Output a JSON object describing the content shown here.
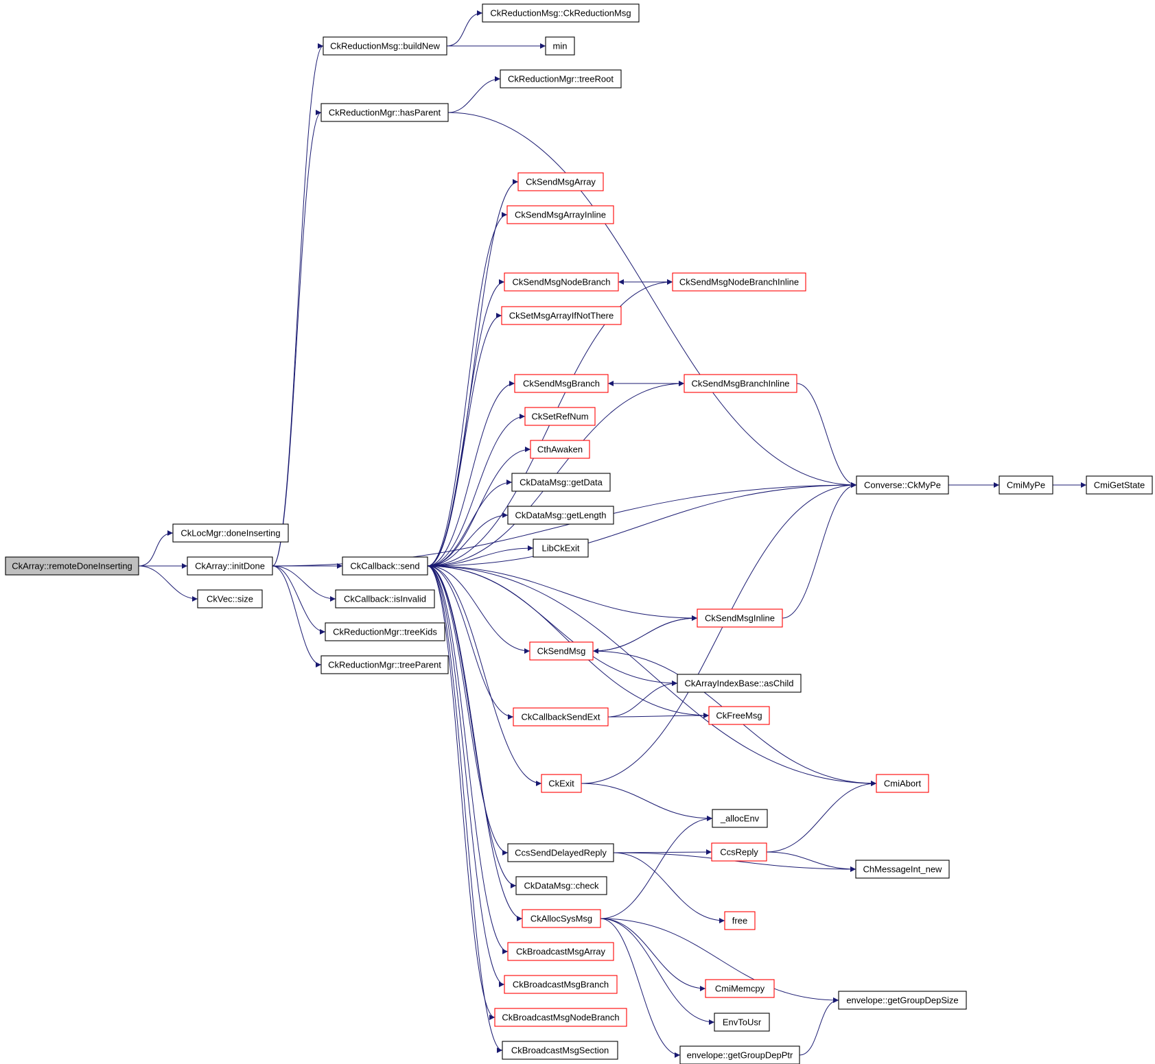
{
  "graph": {
    "colors": {
      "edge": "#191970",
      "node_border_default": "#000000",
      "node_border_truncated": "#ff0000",
      "root_fill": "#bfbfbf",
      "node_fill": "#ffffff"
    },
    "nodes": [
      {
        "id": "root",
        "label": "CkArray::remoteDoneInserting",
        "kind": "root"
      },
      {
        "id": "locmgr_done",
        "label": "CkLocMgr::doneInserting",
        "kind": "normal"
      },
      {
        "id": "initdone",
        "label": "CkArray::initDone",
        "kind": "normal"
      },
      {
        "id": "vecsize",
        "label": "CkVec::size",
        "kind": "normal"
      },
      {
        "id": "buildnew",
        "label": "CkReductionMsg::buildNew",
        "kind": "normal"
      },
      {
        "id": "ckredmsg",
        "label": "CkReductionMsg::CkReductionMsg",
        "kind": "normal"
      },
      {
        "id": "min",
        "label": "min",
        "kind": "normal"
      },
      {
        "id": "hasparent",
        "label": "CkReductionMgr::hasParent",
        "kind": "normal"
      },
      {
        "id": "treeroot",
        "label": "CkReductionMgr::treeRoot",
        "kind": "normal"
      },
      {
        "id": "cbsend",
        "label": "CkCallback::send",
        "kind": "normal"
      },
      {
        "id": "isinvalid",
        "label": "CkCallback::isInvalid",
        "kind": "normal"
      },
      {
        "id": "treekids",
        "label": "CkReductionMgr::treeKids",
        "kind": "normal"
      },
      {
        "id": "treeparent",
        "label": "CkReductionMgr::treeParent",
        "kind": "normal"
      },
      {
        "id": "sendarray",
        "label": "CkSendMsgArray",
        "kind": "truncated"
      },
      {
        "id": "sendarrayinline",
        "label": "CkSendMsgArrayInline",
        "kind": "truncated"
      },
      {
        "id": "sendnodebranch",
        "label": "CkSendMsgNodeBranch",
        "kind": "truncated"
      },
      {
        "id": "sendnodebranchinline",
        "label": "CkSendMsgNodeBranchInline",
        "kind": "truncated"
      },
      {
        "id": "setifnotthere",
        "label": "CkSetMsgArrayIfNotThere",
        "kind": "truncated"
      },
      {
        "id": "sendbranch",
        "label": "CkSendMsgBranch",
        "kind": "truncated"
      },
      {
        "id": "sendbranchinline",
        "label": "CkSendMsgBranchInline",
        "kind": "truncated"
      },
      {
        "id": "setrefnum",
        "label": "CkSetRefNum",
        "kind": "truncated"
      },
      {
        "id": "cthawaken",
        "label": "CthAwaken",
        "kind": "truncated"
      },
      {
        "id": "getdata",
        "label": "CkDataMsg::getData",
        "kind": "normal"
      },
      {
        "id": "getlength",
        "label": "CkDataMsg::getLength",
        "kind": "normal"
      },
      {
        "id": "libckexit",
        "label": "LibCkExit",
        "kind": "normal"
      },
      {
        "id": "ckmype",
        "label": "Converse::CkMyPe",
        "kind": "normal"
      },
      {
        "id": "cmimype",
        "label": "CmiMyPe",
        "kind": "normal"
      },
      {
        "id": "cmigetstate",
        "label": "CmiGetState",
        "kind": "normal"
      },
      {
        "id": "sendmsginline",
        "label": "CkSendMsgInline",
        "kind": "truncated"
      },
      {
        "id": "sendmsg",
        "label": "CkSendMsg",
        "kind": "truncated"
      },
      {
        "id": "aschild",
        "label": "CkArrayIndexBase::asChild",
        "kind": "normal"
      },
      {
        "id": "cbsendext",
        "label": "CkCallbackSendExt",
        "kind": "truncated"
      },
      {
        "id": "freemsg",
        "label": "CkFreeMsg",
        "kind": "truncated"
      },
      {
        "id": "ckexit",
        "label": "CkExit",
        "kind": "truncated"
      },
      {
        "id": "cmiabort",
        "label": "CmiAbort",
        "kind": "truncated"
      },
      {
        "id": "allocenv",
        "label": "_allocEnv",
        "kind": "normal"
      },
      {
        "id": "ccsdelayed",
        "label": "CcsSendDelayedReply",
        "kind": "normal"
      },
      {
        "id": "ccsreply",
        "label": "CcsReply",
        "kind": "truncated"
      },
      {
        "id": "chmsgnew",
        "label": "ChMessageInt_new",
        "kind": "normal"
      },
      {
        "id": "check",
        "label": "CkDataMsg::check",
        "kind": "normal"
      },
      {
        "id": "free",
        "label": "free",
        "kind": "truncated"
      },
      {
        "id": "allocsys",
        "label": "CkAllocSysMsg",
        "kind": "truncated"
      },
      {
        "id": "bcastarray",
        "label": "CkBroadcastMsgArray",
        "kind": "truncated"
      },
      {
        "id": "cmimemcpy",
        "label": "CmiMemcpy",
        "kind": "truncated"
      },
      {
        "id": "bcastbranch",
        "label": "CkBroadcastMsgBranch",
        "kind": "truncated"
      },
      {
        "id": "getgroupdepsize",
        "label": "envelope::getGroupDepSize",
        "kind": "normal"
      },
      {
        "id": "bcastnodebranch",
        "label": "CkBroadcastMsgNodeBranch",
        "kind": "truncated"
      },
      {
        "id": "envtousr",
        "label": "EnvToUsr",
        "kind": "normal"
      },
      {
        "id": "bcastsection",
        "label": "CkBroadcastMsgSection",
        "kind": "normal"
      },
      {
        "id": "getgroupdepptr",
        "label": "envelope::getGroupDepPtr",
        "kind": "normal"
      }
    ],
    "edges": [
      {
        "from": "root",
        "to": "locmgr_done"
      },
      {
        "from": "root",
        "to": "initdone"
      },
      {
        "from": "root",
        "to": "vecsize"
      },
      {
        "from": "initdone",
        "to": "buildnew"
      },
      {
        "from": "initdone",
        "to": "hasparent"
      },
      {
        "from": "initdone",
        "to": "ckmype"
      },
      {
        "from": "initdone",
        "to": "cbsend"
      },
      {
        "from": "initdone",
        "to": "isinvalid"
      },
      {
        "from": "initdone",
        "to": "treekids"
      },
      {
        "from": "initdone",
        "to": "treeparent"
      },
      {
        "from": "buildnew",
        "to": "ckredmsg"
      },
      {
        "from": "buildnew",
        "to": "min"
      },
      {
        "from": "hasparent",
        "to": "treeroot"
      },
      {
        "from": "hasparent",
        "to": "ckmype"
      },
      {
        "from": "cbsend",
        "to": "sendarray"
      },
      {
        "from": "cbsend",
        "to": "sendarrayinline"
      },
      {
        "from": "cbsend",
        "to": "sendnodebranch"
      },
      {
        "from": "cbsend",
        "to": "sendnodebranchinline"
      },
      {
        "from": "cbsend",
        "to": "setifnotthere"
      },
      {
        "from": "cbsend",
        "to": "sendbranch"
      },
      {
        "from": "cbsend",
        "to": "sendbranchinline"
      },
      {
        "from": "cbsend",
        "to": "setrefnum"
      },
      {
        "from": "cbsend",
        "to": "cthawaken"
      },
      {
        "from": "cbsend",
        "to": "getdata"
      },
      {
        "from": "cbsend",
        "to": "getlength"
      },
      {
        "from": "cbsend",
        "to": "libckexit"
      },
      {
        "from": "cbsend",
        "to": "ckmype"
      },
      {
        "from": "cbsend",
        "to": "sendmsginline"
      },
      {
        "from": "cbsend",
        "to": "sendmsg"
      },
      {
        "from": "cbsend",
        "to": "aschild"
      },
      {
        "from": "cbsend",
        "to": "cbsendext"
      },
      {
        "from": "cbsend",
        "to": "freemsg"
      },
      {
        "from": "cbsend",
        "to": "ckexit"
      },
      {
        "from": "cbsend",
        "to": "cmiabort"
      },
      {
        "from": "cbsend",
        "to": "ccsdelayed"
      },
      {
        "from": "cbsend",
        "to": "check"
      },
      {
        "from": "cbsend",
        "to": "allocsys"
      },
      {
        "from": "cbsend",
        "to": "bcastarray"
      },
      {
        "from": "cbsend",
        "to": "bcastbranch"
      },
      {
        "from": "cbsend",
        "to": "bcastnodebranch"
      },
      {
        "from": "cbsend",
        "to": "bcastsection"
      },
      {
        "from": "sendnodebranch",
        "to": "sendnodebranchinline"
      },
      {
        "from": "sendnodebranchinline",
        "to": "sendnodebranch"
      },
      {
        "from": "sendbranch",
        "to": "sendbranchinline"
      },
      {
        "from": "sendbranchinline",
        "to": "sendbranch"
      },
      {
        "from": "sendbranchinline",
        "to": "ckmype"
      },
      {
        "from": "ckmype",
        "to": "cmimype"
      },
      {
        "from": "cmimype",
        "to": "cmigetstate"
      },
      {
        "from": "sendmsginline",
        "to": "sendmsg"
      },
      {
        "from": "sendmsginline",
        "to": "ckmype"
      },
      {
        "from": "sendmsg",
        "to": "sendmsginline"
      },
      {
        "from": "sendmsg",
        "to": "cmiabort"
      },
      {
        "from": "cbsendext",
        "to": "aschild"
      },
      {
        "from": "cbsendext",
        "to": "freemsg"
      },
      {
        "from": "ckexit",
        "to": "ckmype"
      },
      {
        "from": "ckexit",
        "to": "allocenv"
      },
      {
        "from": "ccsdelayed",
        "to": "ccsreply"
      },
      {
        "from": "ccsdelayed",
        "to": "chmsgnew"
      },
      {
        "from": "ccsdelayed",
        "to": "free"
      },
      {
        "from": "ccsreply",
        "to": "cmiabort"
      },
      {
        "from": "ccsreply",
        "to": "chmsgnew"
      },
      {
        "from": "allocsys",
        "to": "allocenv"
      },
      {
        "from": "allocsys",
        "to": "cmimemcpy"
      },
      {
        "from": "allocsys",
        "to": "getgroupdepsize"
      },
      {
        "from": "allocsys",
        "to": "envtousr"
      },
      {
        "from": "allocsys",
        "to": "getgroupdepptr"
      },
      {
        "from": "getgroupdepptr",
        "to": "getgroupdepsize"
      }
    ]
  }
}
